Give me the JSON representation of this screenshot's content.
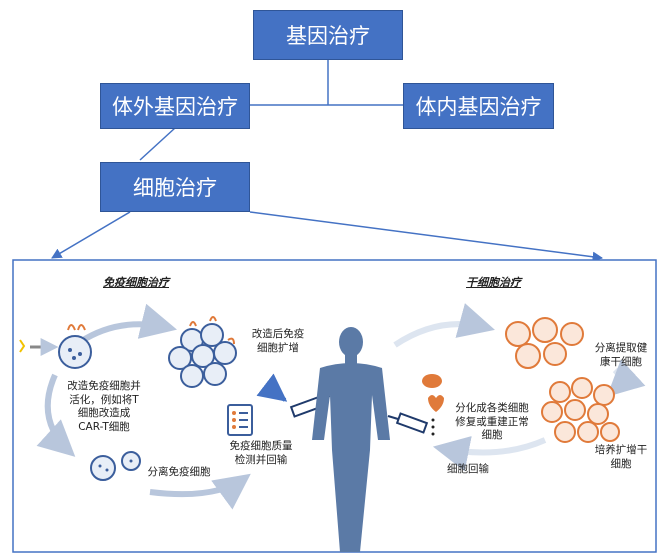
{
  "tree": {
    "root": "基因治疗",
    "ex_vivo": "体外基因治疗",
    "in_vivo": "体内基因治疗",
    "cell_therapy": "细胞治疗"
  },
  "panel": {
    "immune_title": "免疫细胞治疗",
    "stem_title": "干细胞治疗",
    "immune_steps": {
      "expand": "改造后免疫\n细胞扩增",
      "modify": "改造免疫细胞并\n活化，例如将T\n细胞改造成\nCAR-T细胞",
      "qc": "免疫细胞质量\n检测并回输",
      "isolate": "分离免疫细胞"
    },
    "stem_steps": {
      "isolate": "分离提取健\n康干细胞",
      "differentiate": "分化成各类细胞\n修复或重建正常\n细胞",
      "culture": "培养扩增干\n细胞",
      "reinfuse": "细胞回输"
    }
  },
  "colors": {
    "box": "#4472c4",
    "body": "#5b7aa6",
    "panel_border": "#4472c4",
    "cell_orange": "#e07a3a",
    "cell_blue": "#3b5e9c"
  }
}
